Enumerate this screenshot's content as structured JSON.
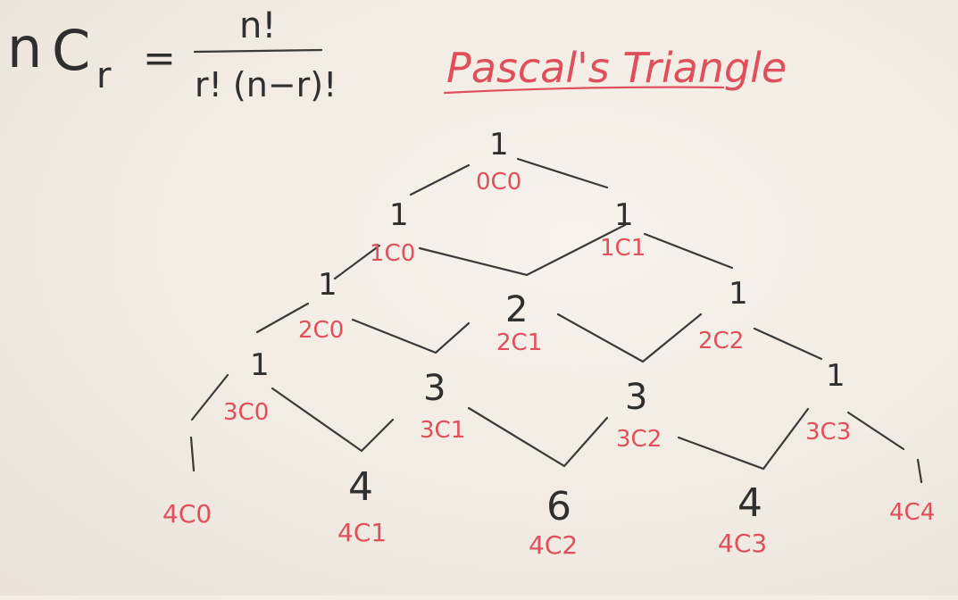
{
  "formula": {
    "lhs": {
      "n": "n",
      "c": "C",
      "r": "r"
    },
    "equals": "=",
    "numerator": "n!",
    "denominator": "r! (n−r)!"
  },
  "title": "Pascal's Triangle",
  "rows": [
    {
      "values": [
        "1"
      ],
      "labels": [
        "0C0"
      ]
    },
    {
      "values": [
        "1",
        "1"
      ],
      "labels": [
        "1C0",
        "1C1"
      ]
    },
    {
      "values": [
        "1",
        "2",
        "1"
      ],
      "labels": [
        "2C0",
        "2C1",
        "2C2"
      ]
    },
    {
      "values": [
        "1",
        "3",
        "3",
        "1"
      ],
      "labels": [
        "3C0",
        "3C1",
        "3C2",
        "3C3"
      ]
    },
    {
      "values": [
        "",
        "4",
        "6",
        "4",
        ""
      ],
      "labels": [
        "4C0",
        "4C1",
        "4C2",
        "4C3",
        "4C4"
      ]
    }
  ],
  "colors": {
    "ink": "#2f2f2f",
    "red_marker": "#e0505c",
    "board": "#f3ede6"
  }
}
